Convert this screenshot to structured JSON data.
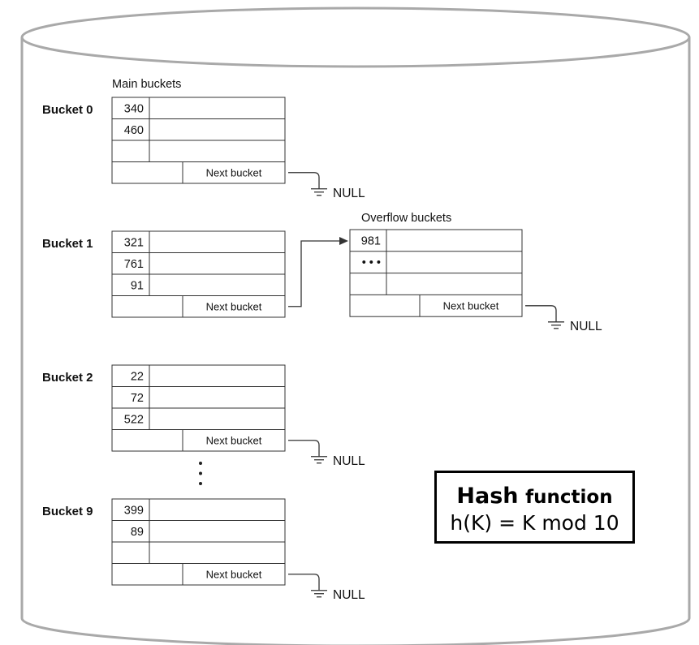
{
  "diagram": {
    "main_header": "Main buckets",
    "overflow_header": "Overflow buckets",
    "next_label": "Next bucket",
    "null_label": "NULL",
    "main_buckets": [
      {
        "label": "Bucket 0",
        "keys": [
          "340",
          "460",
          ""
        ],
        "next": "NULL"
      },
      {
        "label": "Bucket 1",
        "keys": [
          "321",
          "761",
          "91"
        ],
        "next": "overflow"
      },
      {
        "label": "Bucket 2",
        "keys": [
          "22",
          "72",
          "522"
        ],
        "next": "NULL"
      },
      {
        "label": "Bucket 9",
        "keys": [
          "399",
          "89",
          ""
        ],
        "next": "NULL"
      }
    ],
    "overflow_bucket": {
      "keys": [
        "981",
        "• • •",
        ""
      ],
      "next": "NULL"
    },
    "ellipsis_dots": 3
  },
  "hash_box": {
    "title_word1": "Hash",
    "title_word2": "function",
    "formula": "h(K) = K mod 10"
  },
  "colors": {
    "cylinder_stroke": "#a9a9a9",
    "line": "#333333",
    "text": "#111111"
  }
}
